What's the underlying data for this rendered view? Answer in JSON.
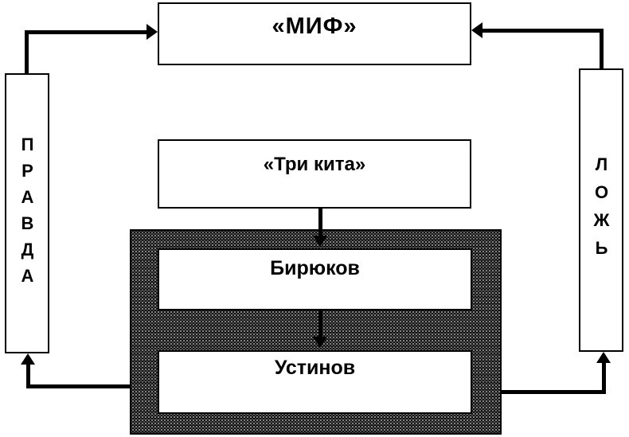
{
  "diagram": {
    "myth_box": {
      "label": "«МИФ»"
    },
    "truth_box": {
      "label": "ПРАВДА"
    },
    "lie_box": {
      "label": "ЛОЖЬ"
    },
    "three_whales_box": {
      "label": "«Три кита»"
    },
    "inner_boxes": [
      {
        "label": "Бирюков"
      },
      {
        "label": "Устинов"
      }
    ],
    "colors": {
      "line": "#000000",
      "box_background": "#ffffff",
      "page_background": "#ffffff",
      "texture_base": "#141414",
      "texture_speckle": "#9a9a9a"
    }
  }
}
